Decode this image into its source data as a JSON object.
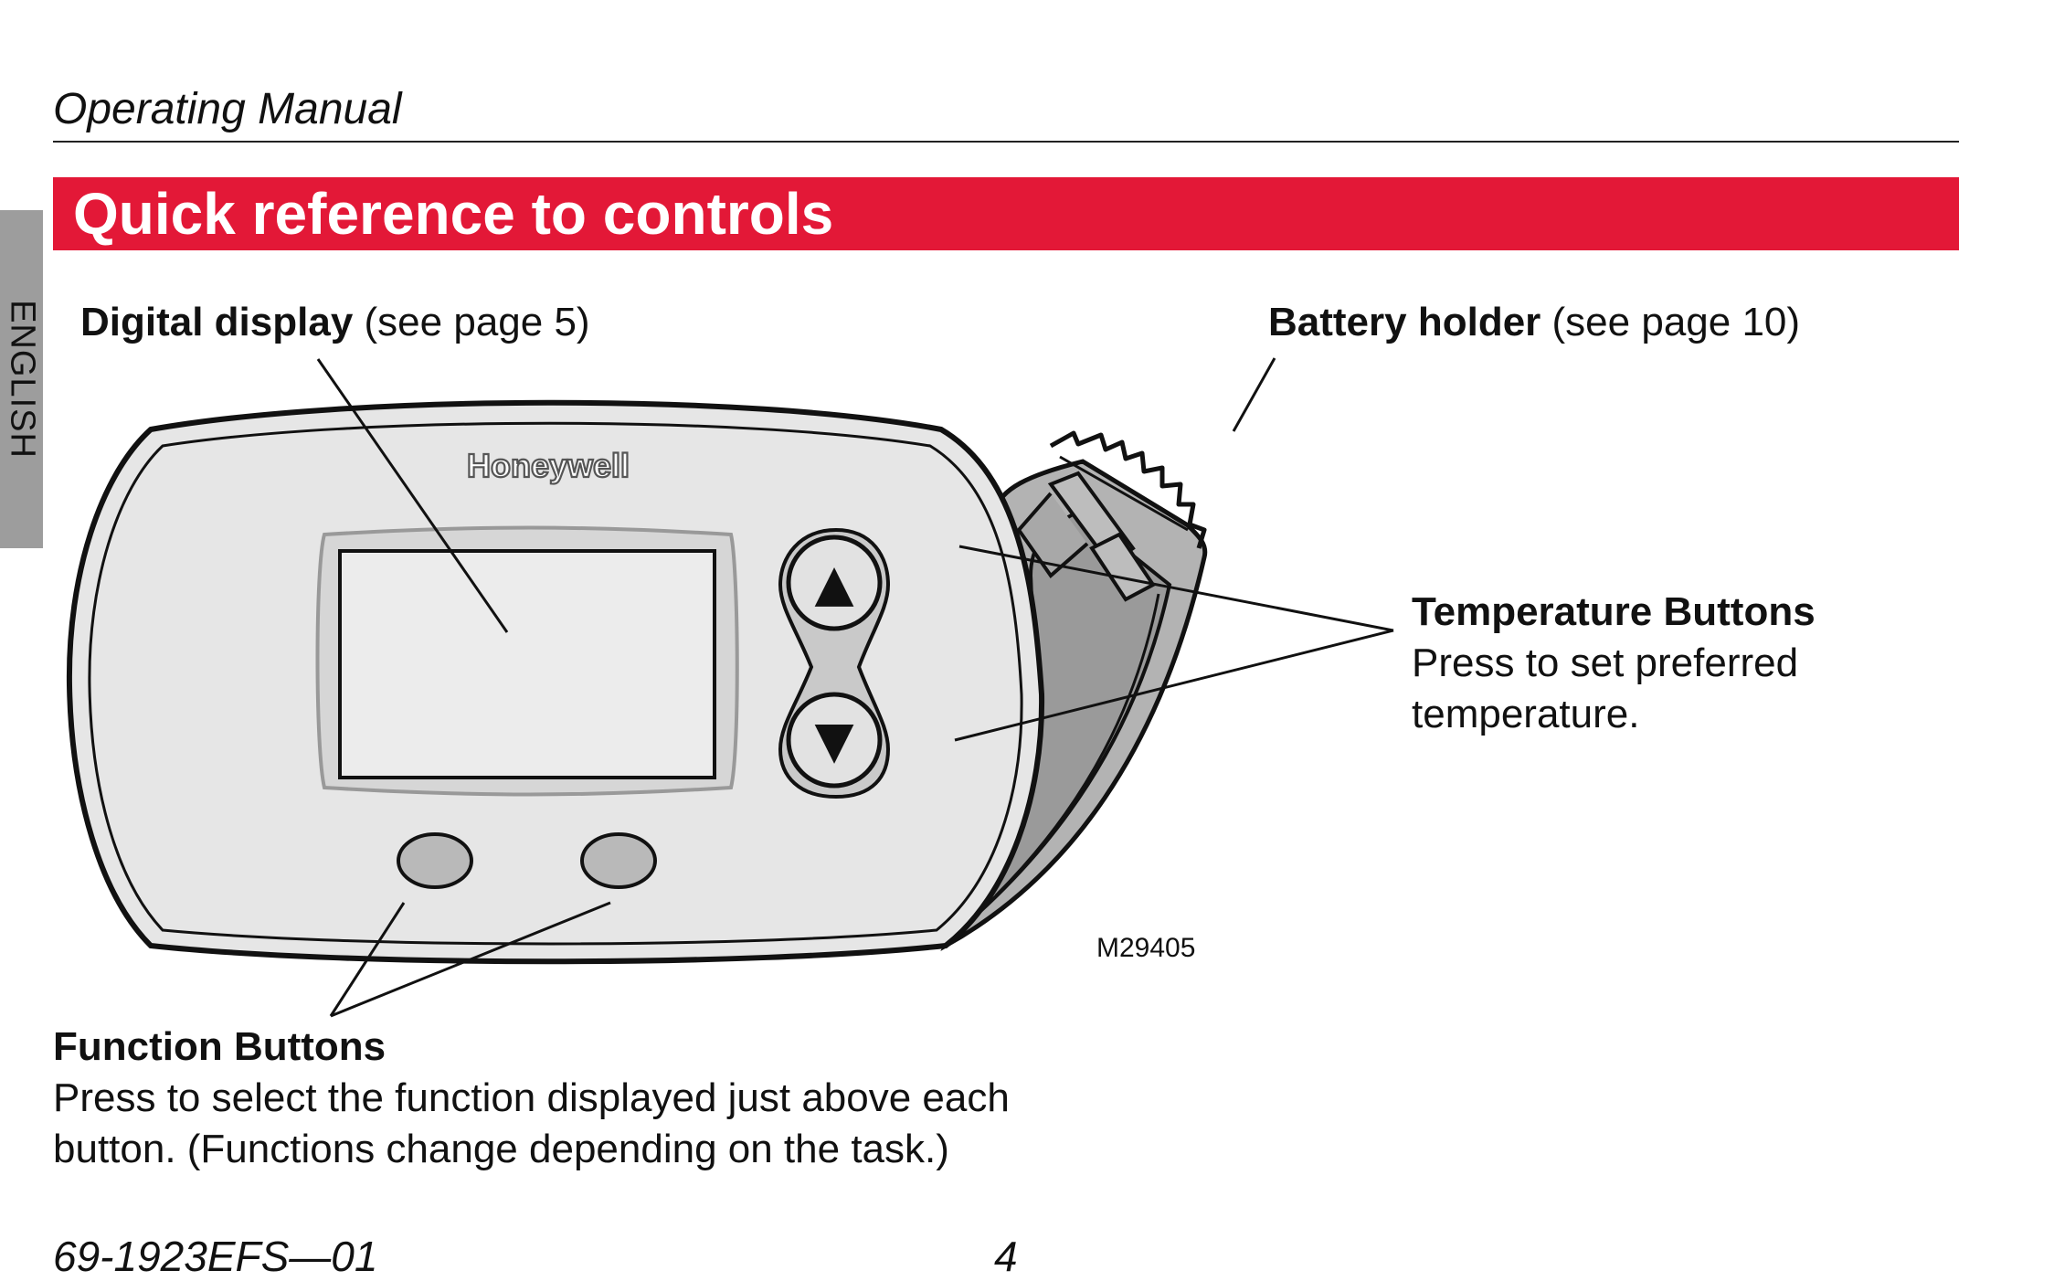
{
  "header": {
    "manual_label": "Operating Manual"
  },
  "section": {
    "title": "Quick reference to controls"
  },
  "side_tab": {
    "language": "ENGLISH"
  },
  "callouts": {
    "digital_display": {
      "label": "Digital display",
      "ref": "(see page 5)"
    },
    "battery_holder": {
      "label": "Battery holder",
      "ref": "(see page 10)"
    },
    "temperature_buttons": {
      "label": "Temperature Buttons",
      "line1": "Press to set preferred",
      "line2": "temperature."
    },
    "function_buttons": {
      "label": "Function Buttons",
      "line1": "Press to select the function displayed just above each",
      "line2": "button. (Functions change depending on the task.)"
    }
  },
  "device": {
    "brand": "Honeywell",
    "up_arrow": "▲",
    "down_arrow": "▼",
    "figure_code": "M29405"
  },
  "icons": {
    "up": "up-arrow-icon",
    "down": "down-arrow-icon"
  },
  "colors": {
    "banner": "#e31837",
    "device_face": "#e6e6e6",
    "button_fill": "#b9b9b9",
    "tab": "#9d9d9d"
  },
  "footer": {
    "doc_code": "69-1923EFS—01",
    "page_number": "4"
  }
}
